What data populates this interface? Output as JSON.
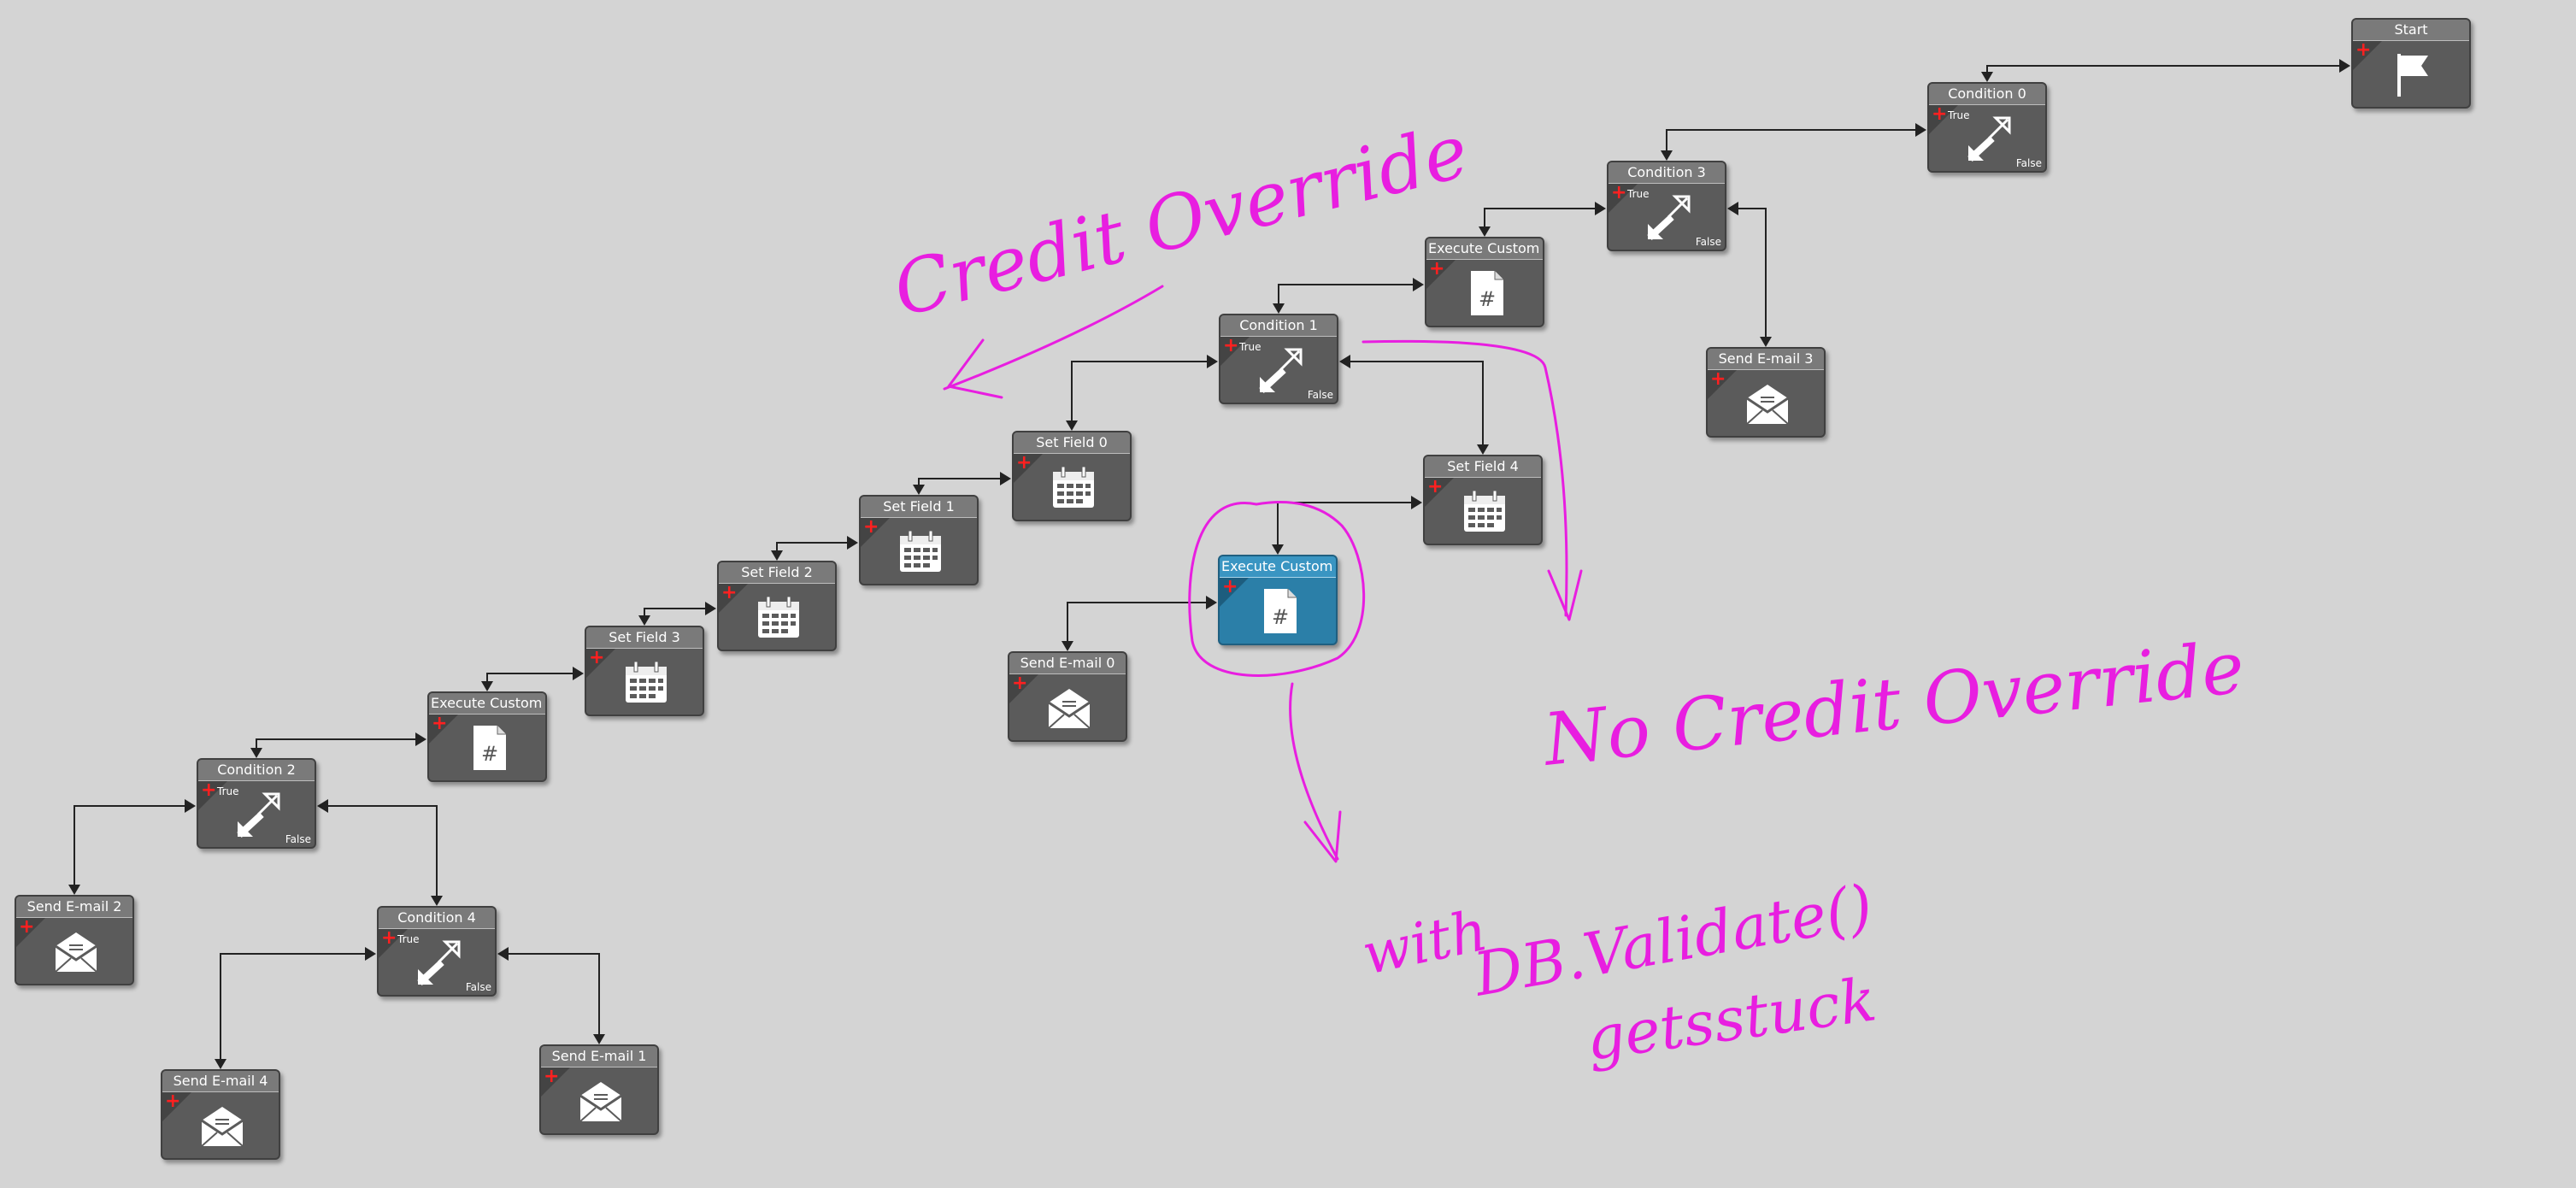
{
  "colors": {
    "canvas": "#d4d4d4",
    "node": "#5b5b5b",
    "node_selected": "#2b7fa8",
    "plus": "#ff2020",
    "wire": "#222222",
    "ink": "#e81ee0"
  },
  "branch_labels": {
    "true": "True",
    "false": "False"
  },
  "nodes": [
    {
      "id": "start",
      "title": "Start",
      "icon": "flag-icon"
    },
    {
      "id": "cond0",
      "title": "Condition 0",
      "icon": "condition-arrows-icon",
      "branch": true
    },
    {
      "id": "cond3",
      "title": "Condition 3",
      "icon": "condition-arrows-icon",
      "branch": true
    },
    {
      "id": "exec1",
      "title": "Execute Custom Co",
      "icon": "script-file-icon"
    },
    {
      "id": "email3",
      "title": "Send E-mail 3",
      "icon": "envelope-icon"
    },
    {
      "id": "cond1",
      "title": "Condition 1",
      "icon": "condition-arrows-icon",
      "branch": true
    },
    {
      "id": "setf0",
      "title": "Set Field 0",
      "icon": "calendar-icon"
    },
    {
      "id": "setf4",
      "title": "Set Field 4",
      "icon": "calendar-icon"
    },
    {
      "id": "setf1",
      "title": "Set Field 1",
      "icon": "calendar-icon"
    },
    {
      "id": "setf2",
      "title": "Set Field 2",
      "icon": "calendar-icon"
    },
    {
      "id": "exec2",
      "title": "Execute Custom Co",
      "icon": "script-file-icon",
      "selected": true
    },
    {
      "id": "setf3",
      "title": "Set Field 3",
      "icon": "calendar-icon"
    },
    {
      "id": "email0",
      "title": "Send E-mail 0",
      "icon": "envelope-icon"
    },
    {
      "id": "exec3",
      "title": "Execute Custom Co",
      "icon": "script-file-icon"
    },
    {
      "id": "cond2",
      "title": "Condition 2",
      "icon": "condition-arrows-icon",
      "branch": true
    },
    {
      "id": "email2",
      "title": "Send E-mail 2",
      "icon": "envelope-icon"
    },
    {
      "id": "cond4",
      "title": "Condition 4",
      "icon": "condition-arrows-icon",
      "branch": true
    },
    {
      "id": "email1",
      "title": "Send E-mail 1",
      "icon": "envelope-icon"
    },
    {
      "id": "email4",
      "title": "Send E-mail 4",
      "icon": "envelope-icon"
    }
  ],
  "connections": [
    [
      "start",
      "cond0"
    ],
    [
      "cond0",
      "cond3"
    ],
    [
      "cond3",
      "exec1"
    ],
    [
      "cond3",
      "email3"
    ],
    [
      "exec1",
      "cond1"
    ],
    [
      "cond1",
      "setf0"
    ],
    [
      "cond1",
      "setf4"
    ],
    [
      "setf0",
      "setf1"
    ],
    [
      "setf1",
      "setf2"
    ],
    [
      "setf2",
      "setf3"
    ],
    [
      "setf3",
      "exec3"
    ],
    [
      "exec3",
      "cond2"
    ],
    [
      "cond2",
      "email2"
    ],
    [
      "cond2",
      "cond4"
    ],
    [
      "cond4",
      "email4"
    ],
    [
      "cond4",
      "email1"
    ],
    [
      "setf4",
      "exec2"
    ],
    [
      "exec2",
      "email0"
    ]
  ],
  "annotations": {
    "credit_override": "Credit Override",
    "no_credit_override": "No Credit Override",
    "db_note_line1": "with",
    "db_note_line2": "DB.Validate()",
    "db_note_line3": "getsstuck"
  }
}
